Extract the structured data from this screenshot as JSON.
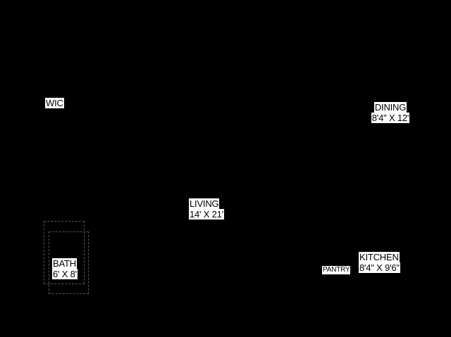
{
  "rooms": {
    "wic": {
      "name": "WIC"
    },
    "dining": {
      "name": "DINING",
      "size": "8'4\" X 12'"
    },
    "living": {
      "name": "LIVING",
      "size": "14' X 21'"
    },
    "bath": {
      "name": "BATH",
      "size": "6' X 8'"
    },
    "kitchen": {
      "name": "KITCHEN",
      "size": "8'4\" X 9'6\""
    },
    "pantry": {
      "name": "PANTRY"
    }
  },
  "colors": {
    "background": "#000000",
    "label_bg": "#ffffff",
    "label_text": "#000000",
    "fixture_outline": "#555555"
  }
}
